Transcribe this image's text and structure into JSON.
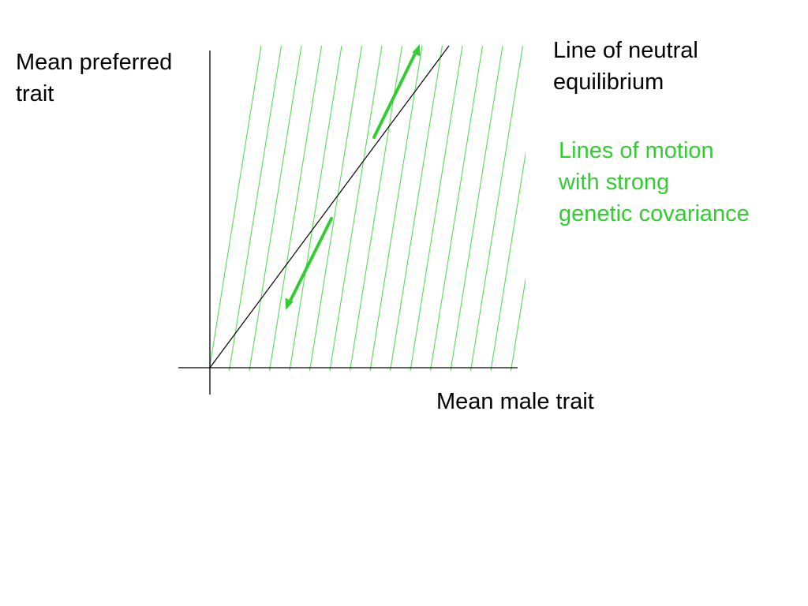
{
  "colors": {
    "background": "#ffffff",
    "axis": "#000000",
    "neutral_line": "#000000",
    "motion_lines": "#55dd55",
    "arrows": "#33cc33",
    "text_default": "#000000",
    "text_motion": "#33cc33"
  },
  "labels": {
    "y_axis": {
      "line1": "Mean preferred",
      "line2": "trait"
    },
    "x_axis": {
      "line1": "Mean male trait"
    },
    "neutral_equilibrium": {
      "line1": "Line of neutral",
      "line2": "equilibrium"
    },
    "motion_lines": {
      "line1": "Lines of motion",
      "line2": "with strong",
      "line3": "genetic covariance"
    }
  },
  "arrows": [
    {
      "name": "upward-motion-arrow",
      "direction": "up-right"
    },
    {
      "name": "downward-motion-arrow",
      "direction": "down-left"
    }
  ]
}
